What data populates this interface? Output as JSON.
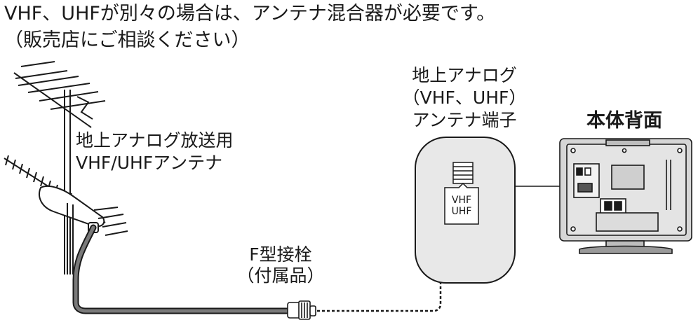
{
  "note": {
    "line1": "VHF、UHFが別々の場合は、アンテナ混合器が必要です。",
    "line2": "（販売店にご相談ください）"
  },
  "antenna_label": {
    "line1": "地上アナログ放送用",
    "line2": "VHF/UHFアンテナ"
  },
  "terminal_label": {
    "line1": "地上アナログ",
    "line2": "（VHF、UHF）",
    "line3": "アンテナ端子"
  },
  "tv_label": "本体背面",
  "connector_label": {
    "line1": "F型接栓",
    "line2": "（付属品）"
  },
  "port_label": {
    "line1": "VHF",
    "line2": "UHF"
  },
  "colors": {
    "line": "#1a1a1a",
    "panel_fill": "#e8e8e8",
    "cable_fill": "#7a7a7a",
    "tv_fill": "#d6d6d6"
  }
}
